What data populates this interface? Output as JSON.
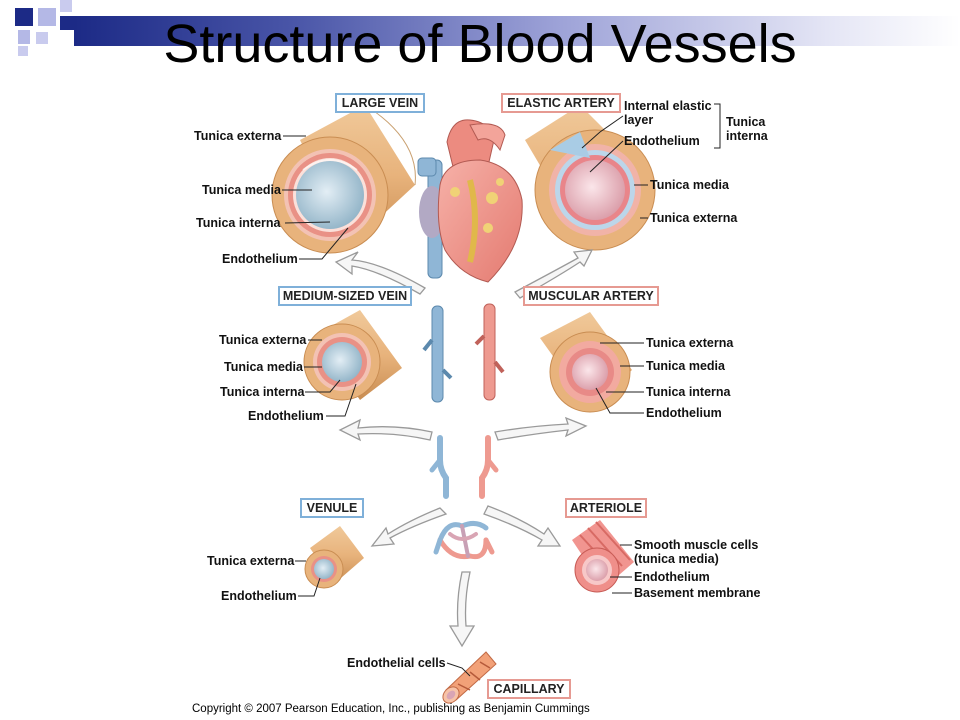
{
  "title": "Structure of Blood Vessels",
  "copyright": "Copyright © 2007 Pearson Education, Inc., publishing as Benjamin Cummings",
  "colors": {
    "vein_box": "#7fb0d9",
    "artery_box": "#e69a92",
    "deco_navy": "#1c2a86",
    "deco_lavender": "#b4b8e6"
  },
  "vessels": {
    "large_vein": {
      "name": "LARGE VEIN",
      "labels": [
        "Tunica externa",
        "Tunica media",
        "Tunica interna",
        "Endothelium"
      ]
    },
    "elastic_artery": {
      "name": "ELASTIC ARTERY",
      "internal_elastic": "Internal elastic",
      "layer": "layer",
      "endothelium": "Endothelium",
      "tunica": "Tunica",
      "interna": "interna",
      "tunica_media": "Tunica media",
      "tunica_externa": "Tunica externa"
    },
    "medium_vein": {
      "name": "MEDIUM-SIZED VEIN",
      "labels": [
        "Tunica externa",
        "Tunica media",
        "Tunica interna",
        "Endothelium"
      ]
    },
    "muscular_artery": {
      "name": "MUSCULAR ARTERY",
      "labels": [
        "Tunica externa",
        "Tunica media",
        "Tunica interna",
        "Endothelium"
      ]
    },
    "venule": {
      "name": "VENULE",
      "labels": [
        "Tunica externa",
        "Endothelium"
      ]
    },
    "arteriole": {
      "name": "ARTERIOLE",
      "smooth_muscle": "Smooth muscle cells",
      "tunica_media": "(tunica media)",
      "endothelium": "Endothelium",
      "basement": "Basement membrane"
    },
    "capillary": {
      "name": "CAPILLARY",
      "endothelial_cells": "Endothelial cells"
    }
  }
}
